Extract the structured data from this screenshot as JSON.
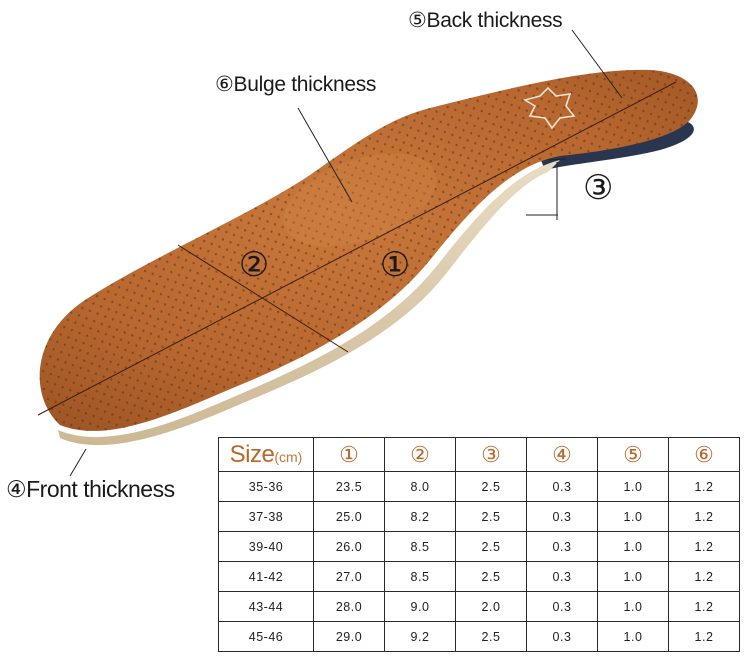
{
  "labels": {
    "back": "⑤Back thickness",
    "bulge": "⑥Bulge thickness",
    "front": "④Front thickness",
    "point3": "③",
    "point2": "②",
    "point1": "①"
  },
  "table": {
    "size_label": "Size",
    "unit_label": "(cm)",
    "columns": [
      "①",
      "②",
      "③",
      "④",
      "⑤",
      "⑥"
    ],
    "rows": [
      [
        "35-36",
        "23.5",
        "8.0",
        "2.5",
        "0.3",
        "1.0",
        "1.2"
      ],
      [
        "37-38",
        "25.0",
        "8.2",
        "2.5",
        "0.3",
        "1.0",
        "1.2"
      ],
      [
        "39-40",
        "26.0",
        "8.5",
        "2.5",
        "0.3",
        "1.0",
        "1.2"
      ],
      [
        "41-42",
        "27.0",
        "8.5",
        "2.5",
        "0.3",
        "1.0",
        "1.2"
      ],
      [
        "43-44",
        "28.0",
        "9.0",
        "2.0",
        "0.3",
        "1.0",
        "1.2"
      ],
      [
        "45-46",
        "29.0",
        "9.2",
        "2.5",
        "0.3",
        "1.0",
        "1.2"
      ]
    ]
  },
  "colors": {
    "leather": "#b8672e",
    "header_text": "#b8682a"
  }
}
